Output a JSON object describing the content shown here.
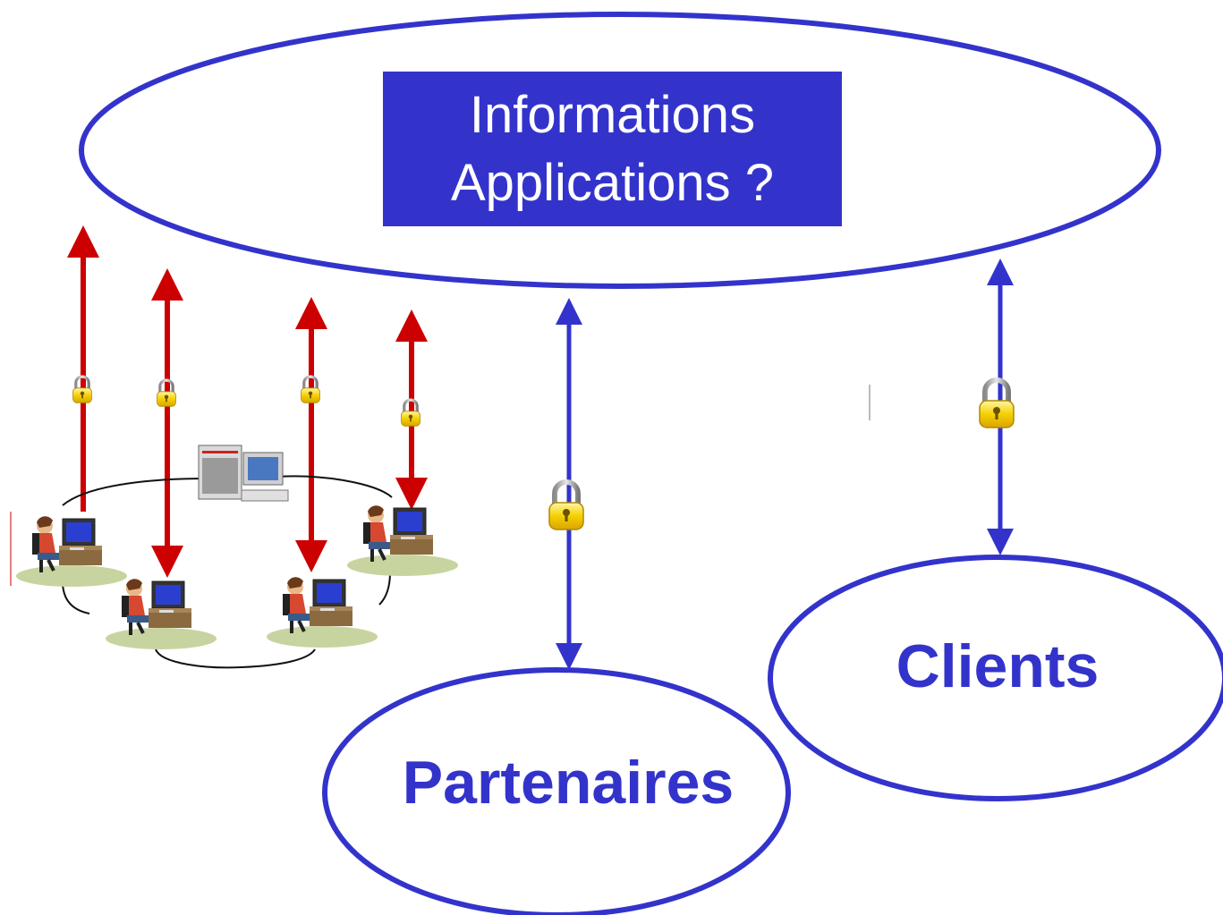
{
  "central": {
    "line1": "Informations",
    "line2": "Applications ?"
  },
  "partners_label": "Partenaires",
  "clients_label": "Clients",
  "colors": {
    "primary_blue": "#3333cc",
    "arrow_red": "#cc0000",
    "lock_gold": "#f0c419",
    "lock_silver": "#a0a0a0"
  },
  "icons": [
    "padlock-icon",
    "workstation-icon",
    "server-icon"
  ]
}
